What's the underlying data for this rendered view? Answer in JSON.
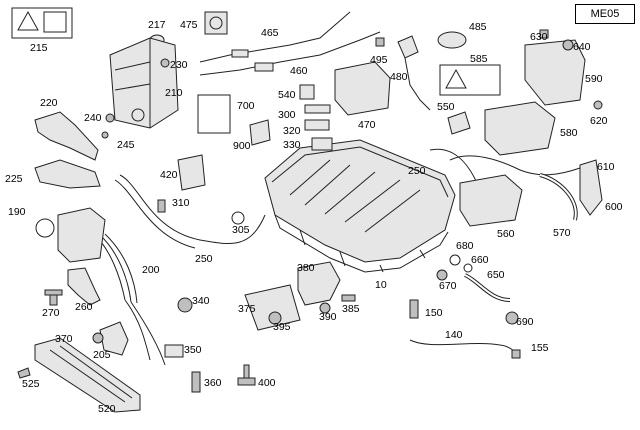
{
  "diagram": {
    "code": "ME05",
    "callouts": [
      "10",
      "140",
      "150",
      "155",
      "190",
      "200",
      "205",
      "210",
      "215",
      "217",
      "220",
      "225",
      "230",
      "240",
      "245",
      "250",
      "250",
      "260",
      "270",
      "300",
      "305",
      "310",
      "320",
      "330",
      "340",
      "350",
      "360",
      "370",
      "375",
      "380",
      "385",
      "390",
      "395",
      "400",
      "420",
      "460",
      "465",
      "470",
      "475",
      "480",
      "485",
      "495",
      "520",
      "525",
      "540",
      "550",
      "560",
      "570",
      "580",
      "585",
      "590",
      "600",
      "610",
      "620",
      "630",
      "640",
      "650",
      "660",
      "670",
      "680",
      "690",
      "700",
      "900"
    ]
  }
}
